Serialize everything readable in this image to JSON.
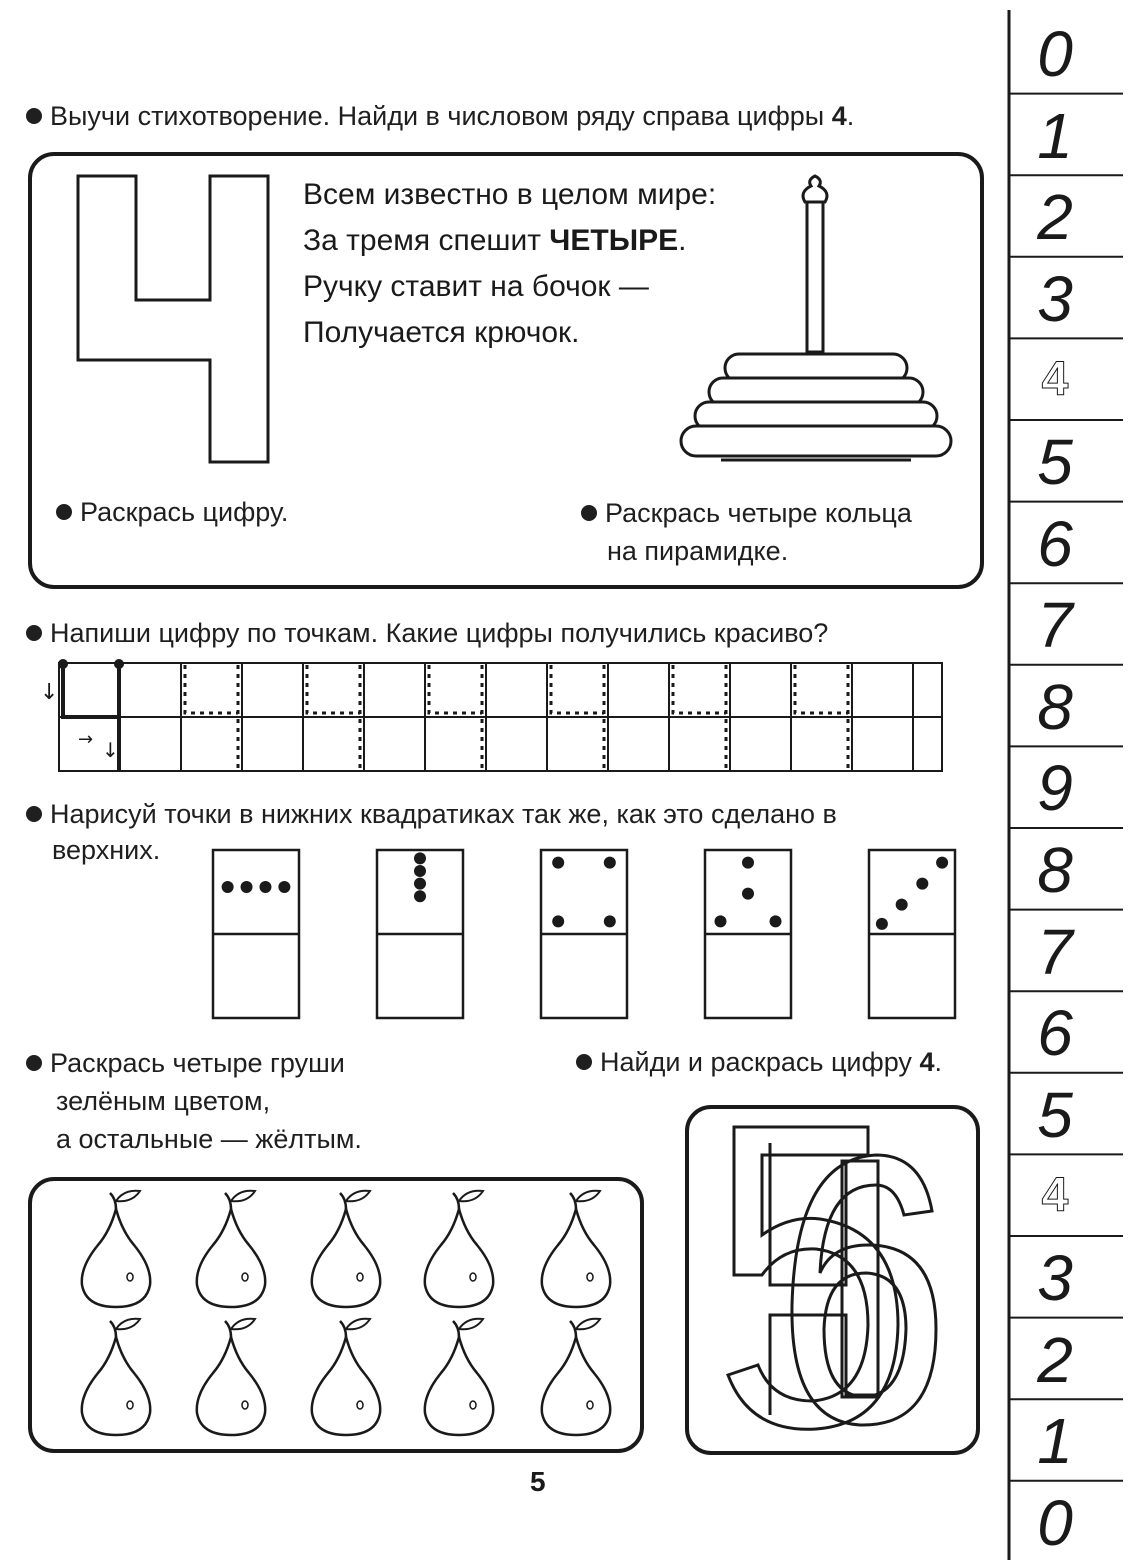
{
  "instructions": {
    "learn_poem": "Выучи стихотворение. Найди в числовом ряду справа цифры ",
    "learn_poem_digit": "4",
    "learn_poem_end": ".",
    "color_digit": "Раскрась цифру.",
    "color_rings_line1": "Раскрась четыре кольца",
    "color_rings_line2": "на пирамидке.",
    "write_digit": "Напиши цифру по точкам. Какие цифры получились красиво?",
    "draw_dots_line1": "Нарисуй точки в нижних квадратиках так же, как это сделано в",
    "draw_dots_line2": "верхних.",
    "color_pears_line1": "Раскрась четыре груши",
    "color_pears_line2": "зелёным цветом,",
    "color_pears_line3": "а остальные — жёлтым.",
    "find_digit": "Найди и раскрась цифру ",
    "find_digit_value": "4",
    "find_digit_end": "."
  },
  "poem": {
    "line1": "Всем известно в целом мире:",
    "line2_prefix": "За тремя спешит ",
    "line2_bold": "ЧЕТЫРЕ",
    "line2_suffix": ".",
    "line3": "Ручку ставит на бочок —",
    "line4": "Получается крючок."
  },
  "number_strip": [
    "0",
    "1",
    "2",
    "3",
    "4",
    "5",
    "6",
    "7",
    "8",
    "9",
    "8",
    "7",
    "6",
    "5",
    "4",
    "3",
    "2",
    "1",
    "0"
  ],
  "page_number": "5",
  "dominoes": [
    {
      "pattern": "row-of-four"
    },
    {
      "pattern": "column-of-four"
    },
    {
      "pattern": "four-corners"
    },
    {
      "pattern": "three-triangle"
    },
    {
      "pattern": "diagonal-four"
    }
  ],
  "pears_count": 10
}
